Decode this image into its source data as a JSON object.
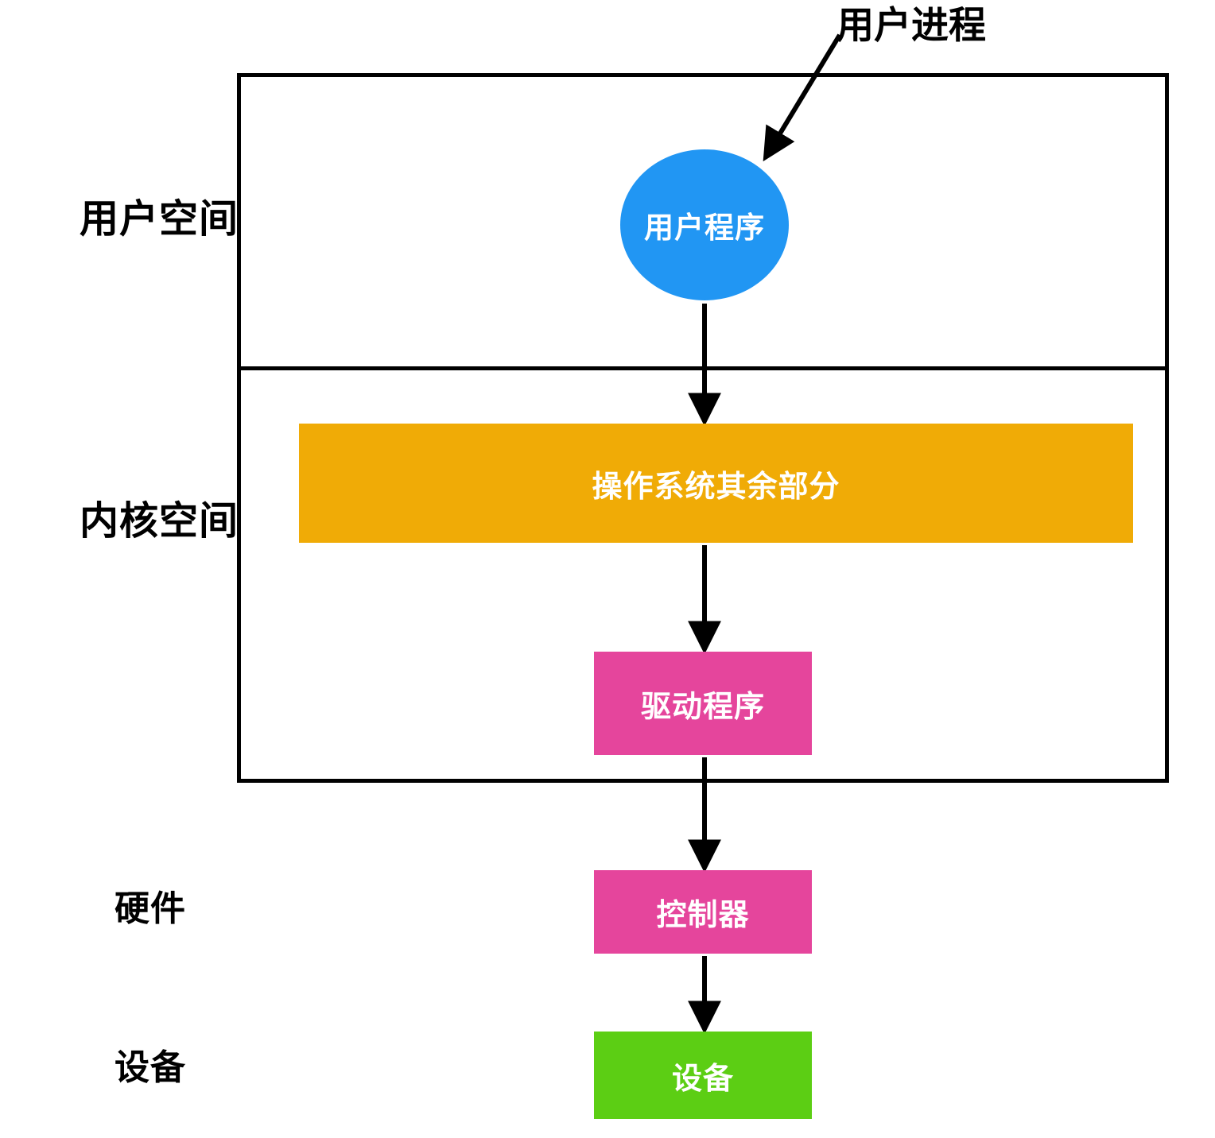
{
  "diagram": {
    "title_annotation": "用户进程",
    "side_labels": [
      {
        "id": "user-space",
        "text": "用户空间"
      },
      {
        "id": "kernel-space",
        "text": "内核空间"
      },
      {
        "id": "hardware",
        "text": "硬件"
      },
      {
        "id": "device",
        "text": "设备"
      }
    ],
    "nodes": [
      {
        "id": "user-program",
        "label": "用户程序",
        "shape": "ellipse",
        "color": "#2196f3"
      },
      {
        "id": "os-rest",
        "label": "操作系统其余部分",
        "shape": "rect",
        "color": "#f0ab06"
      },
      {
        "id": "driver",
        "label": "驱动程序",
        "shape": "rect",
        "color": "#e5459c"
      },
      {
        "id": "controller",
        "label": "控制器",
        "shape": "rect",
        "color": "#e5459c"
      },
      {
        "id": "device",
        "label": "设备",
        "shape": "rect",
        "color": "#5cce14"
      }
    ],
    "edges": [
      {
        "from": "annotation-user-process",
        "to": "user-program",
        "style": "diagonal-arrow"
      },
      {
        "from": "user-program",
        "to": "os-rest",
        "style": "vertical-arrow"
      },
      {
        "from": "os-rest",
        "to": "driver",
        "style": "vertical-arrow"
      },
      {
        "from": "driver",
        "to": "controller",
        "style": "vertical-arrow"
      },
      {
        "from": "controller",
        "to": "device",
        "style": "vertical-arrow"
      }
    ],
    "colors": {
      "stroke": "#000000",
      "background": "#ffffff",
      "blue": "#2196f3",
      "orange": "#f0ab06",
      "pink": "#e5459c",
      "green": "#5cce14"
    }
  }
}
